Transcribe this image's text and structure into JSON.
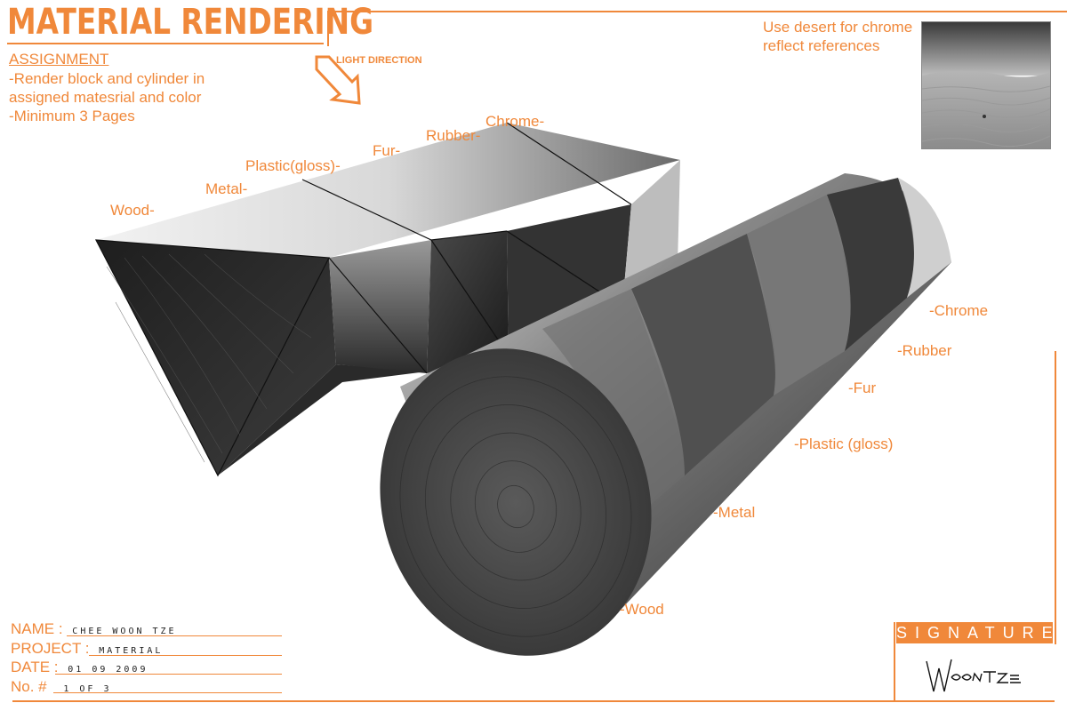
{
  "header": {
    "title": "MATERIAL RENDERING",
    "light_direction": "LIGHT DIRECTION"
  },
  "assignment": {
    "heading": "ASSIGNMENT",
    "lines": [
      "-Render block and cylinder in",
      " assigned matesrial and color",
      "-Minimum 3 Pages"
    ]
  },
  "reference": {
    "note_line1": "Use desert for chrome",
    "note_line2": "reflect references"
  },
  "block_labels": {
    "wood": "Wood-",
    "metal": "Metal-",
    "plastic": "Plastic(gloss)-",
    "fur": "Fur-",
    "rubber": "Rubber-",
    "chrome": "Chrome-"
  },
  "cylinder_labels": {
    "chrome": "-Chrome",
    "rubber": "-Rubber",
    "fur": "-Fur",
    "plastic": "-Plastic (gloss)",
    "metal": "-Metal",
    "wood": "-Wood"
  },
  "form": {
    "name_label": "NAME :",
    "name_value": "CHEE WOON TZE",
    "project_label": "PROJECT :",
    "project_value": "MATERIAL",
    "date_label": "DATE :",
    "date_value": "01   09   2009",
    "no_label": "No. #",
    "no_value": "1   OF   3"
  },
  "signature": {
    "label": "SIGNATURE"
  },
  "colors": {
    "accent": "#f0883a"
  }
}
